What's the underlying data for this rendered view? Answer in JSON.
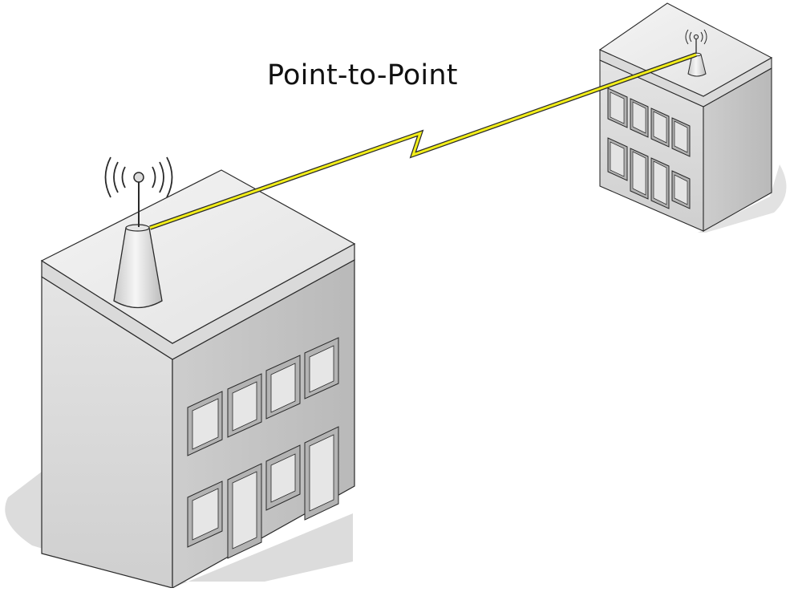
{
  "diagram": {
    "title": "Point-to-Point",
    "colors": {
      "link": "#f2ee1a",
      "outline": "#2a2a2a",
      "roof": "#ececec",
      "wall_left": "#d4d4d4",
      "wall_right": "#c2c2c2",
      "window": "#b5b5b5",
      "shadow": "#dedede"
    },
    "nodes": [
      {
        "name": "building-left",
        "antenna": "dish-antenna-large"
      },
      {
        "name": "building-right",
        "antenna": "dish-antenna-small"
      }
    ],
    "links": [
      {
        "from": "building-left",
        "to": "building-right",
        "type": "wireless-bolt"
      }
    ]
  }
}
